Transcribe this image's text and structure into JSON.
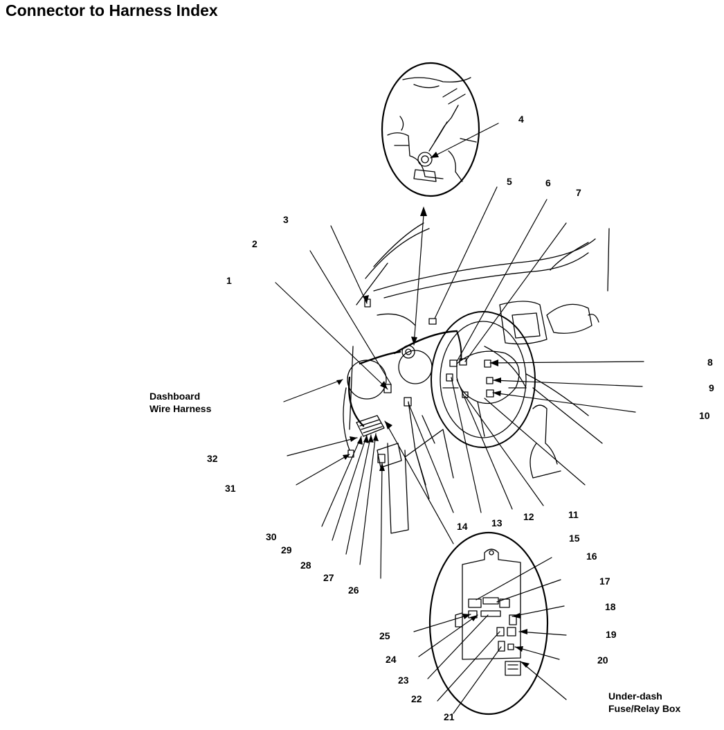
{
  "title": "Connector to Harness Index",
  "labels": {
    "dashboard_harness": [
      "Dashboard",
      "Wire Harness"
    ],
    "fuse_box": [
      "Under-dash",
      "Fuse/Relay Box"
    ]
  },
  "callouts": [
    "1",
    "2",
    "3",
    "4",
    "5",
    "6",
    "7",
    "8",
    "9",
    "10",
    "11",
    "12",
    "13",
    "14",
    "15",
    "16",
    "17",
    "18",
    "19",
    "20",
    "21",
    "22",
    "23",
    "24",
    "25",
    "26",
    "27",
    "28",
    "29",
    "30",
    "31",
    "32"
  ],
  "colors": {
    "ink": "#000000",
    "background": "#ffffff"
  }
}
